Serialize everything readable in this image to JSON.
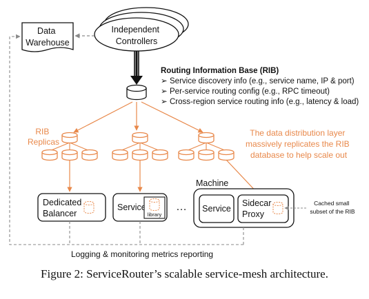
{
  "colors": {
    "orange": "#e8884a",
    "black": "#111111",
    "gray": "#8a8a8a"
  },
  "nodes": {
    "data_warehouse": [
      "Data",
      "Warehouse"
    ],
    "independent_controllers": [
      "Independent",
      "Controllers"
    ],
    "dedicated_balancer": [
      "Dedicated",
      "Balancer"
    ],
    "service_app": "Service",
    "library": "library",
    "machine": "Machine",
    "machine_service": "Service",
    "sidecar_proxy": [
      "Sidecar",
      "Proxy"
    ],
    "ellipsis": "…"
  },
  "rib": {
    "title": "Routing Information Base (RIB)",
    "bullets": [
      "Service discovery info (e.g., service name, IP & port)",
      "Per-service routing config (e.g., RPC timeout)",
      "Cross-region service routing info (e.g., latency & load)"
    ],
    "bullet_glyph": "➢"
  },
  "annotations": {
    "rib_replicas": [
      "RIB",
      "Replicas"
    ],
    "distribution_note": [
      "The data distribution layer",
      "massively replicates the RIB",
      "database to help scale out"
    ],
    "cached_note": [
      "Cached small",
      "subset of the RIB"
    ],
    "logging": "Logging & monitoring metrics reporting"
  },
  "caption": "Figure 2: ServiceRouter’s scalable service-mesh architecture."
}
